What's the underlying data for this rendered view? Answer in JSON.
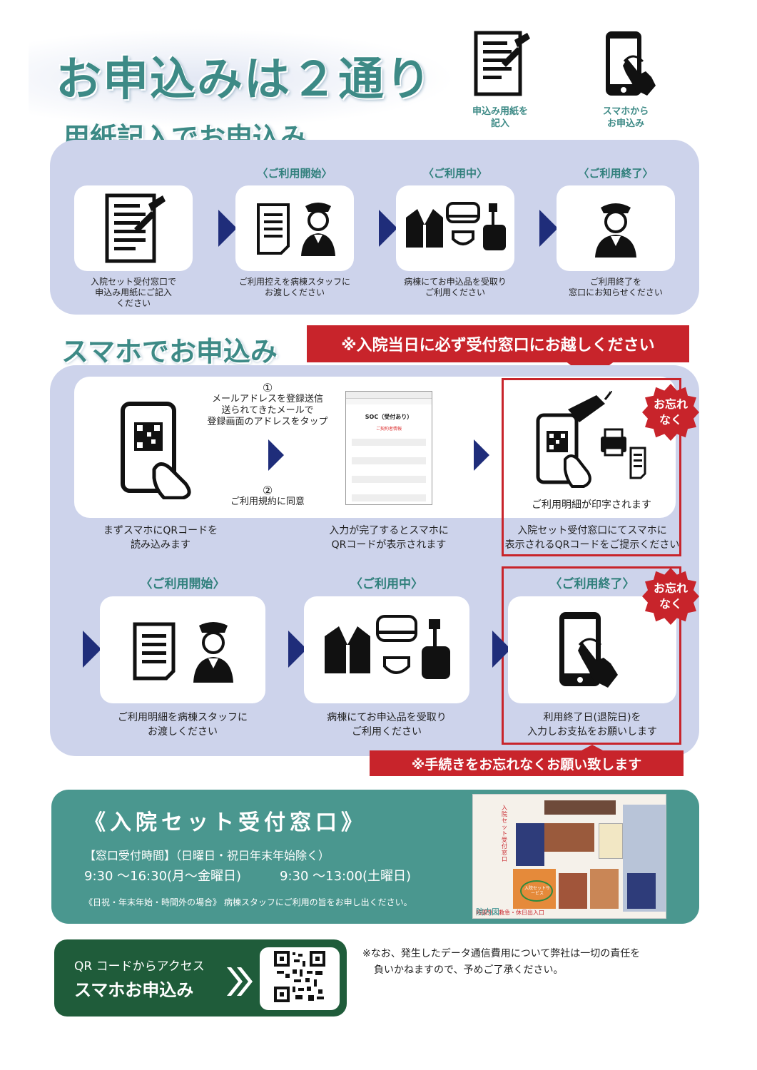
{
  "header": {
    "title": "お申込みは２通り",
    "icon_paper_caption_1": "申込み用紙を",
    "icon_paper_caption_2": "記入",
    "icon_phone_caption_1": "スマホから",
    "icon_phone_caption_2": "お申込み"
  },
  "paper": {
    "section_title": "用紙記入でお申込み",
    "steps": [
      {
        "top": "",
        "caption_1": "入院セット受付窓口で",
        "caption_2": "申込み用紙にご記入",
        "caption_3": "ください"
      },
      {
        "top": "〈ご利用開始〉",
        "caption_1": "ご利用控えを病棟スタッフに",
        "caption_2": "お渡しください",
        "caption_3": ""
      },
      {
        "top": "〈ご利用中〉",
        "caption_1": "病棟にてお申込品を受取り",
        "caption_2": "ご利用ください",
        "caption_3": ""
      },
      {
        "top": "〈ご利用終了〉",
        "caption_1": "ご利用終了を",
        "caption_2": "窓口にお知らせください",
        "caption_3": ""
      }
    ]
  },
  "phone": {
    "section_title": "スマホでお申込み",
    "banner_top": "※入院当日に必ず受付窓口にお越しください",
    "step1_caption_1": "まずスマホにQRコードを",
    "step1_caption_2": "読み込みます",
    "instr_num_1": "①",
    "instr_1_line1": "メールアドレスを登録送信",
    "instr_1_line2": "送られてきたメールで",
    "instr_1_line3": "登録画面のアドレスをタップ",
    "instr_num_2": "②",
    "instr_2": "ご利用規約に同意",
    "form_title": "SOC（受付あり）",
    "form_sub": "ご契約者情報",
    "step2_caption_1": "入力が完了するとスマホに",
    "step2_caption_2": "QRコードが表示されます",
    "print_label": "ご利用明細が印字されます",
    "step3_caption_1": "入院セット受付窓口にてスマホに",
    "step3_caption_2": "表示されるQRコードをご提示ください",
    "badge_1": "お忘れ",
    "badge_2": "なく",
    "row2": [
      {
        "top": "〈ご利用開始〉",
        "caption_1": "ご利用明細を病棟スタッフに",
        "caption_2": "お渡しください"
      },
      {
        "top": "〈ご利用中〉",
        "caption_1": "病棟にてお申込品を受取り",
        "caption_2": "ご利用ください"
      },
      {
        "top": "〈ご利用終了〉",
        "caption_1": "利用終了日(退院日)を",
        "caption_2": "入力しお支払をお願いします"
      }
    ],
    "banner_bottom": "※手続きをお忘れなくお願い致します"
  },
  "info": {
    "title": "《入院セット受付窓口》",
    "hours_label": "【窓口受付時間】（日曜日・祝日年末年始除く）",
    "hours_weekday": "9:30 ～16:30(月～金曜日)",
    "hours_sat": "9:30 ～13:00(土曜日)",
    "note": "《日祝・年末年始・時間外の場合》 病棟スタッフにご利用の旨をお申し出ください。",
    "map_caption": "院内図",
    "map_label_window": "入院セット受付窓口",
    "map_label_service": "入院セットサービス",
    "map_label_entrance": "時間外・救急・休日出入口"
  },
  "qr": {
    "line1": "QR コードからアクセス",
    "line2": "スマホお申込み"
  },
  "footnote_1": "※なお、発生したデータ通信費用について弊社は一切の責任を",
  "footnote_2": "負いかねますので、予めご了承ください。",
  "colors": {
    "teal": "#3d8a86",
    "navy": "#1f2d7a",
    "red": "#c8242b",
    "panel": "#cdd3eb",
    "green_dark": "#1f5c3a"
  }
}
